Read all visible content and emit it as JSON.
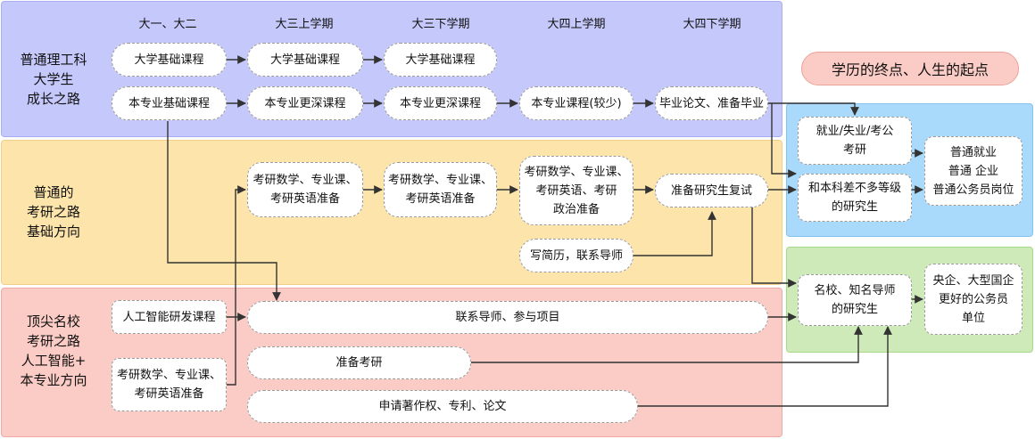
{
  "rows": {
    "ordinary_stem": "普通理工科\n大学生\n成长之路",
    "ordinary_exam": "普通的\n考研之路\n基础方向",
    "top_school": "顶尖名校\n考研之路\n人工智能+\n本专业方向"
  },
  "columns": [
    "大一、大二",
    "大三上学期",
    "大三下学期",
    "大四上学期",
    "大四下学期"
  ],
  "banner": "学历的终点、人生的起点",
  "nodes": {
    "basic_course_1": "大学基础课程",
    "basic_course_2": "大学基础课程",
    "basic_course_3": "大学基础课程",
    "major_basic": "本专业基础课程",
    "major_deep_1": "本专业更深课程",
    "major_deep_2": "本专业更深课程",
    "major_less": "本专业课程(较少)",
    "graduation": "毕业论文、准备毕业",
    "exam_prep_1": "考研数学、专业课、\n考研英语准备",
    "exam_prep_2": "考研数学、专业课、\n考研英语准备",
    "exam_prep_3": "考研数学、专业课、\n考研英语、考研\n政治准备",
    "retest": "准备研究生复试",
    "resume": "写简历，联系导师",
    "ai_course": "人工智能研发课程",
    "top_exam_prep": "考研数学、专业课、\n考研英语准备",
    "contact_mentor": "联系导师、参与项目",
    "prepare_exam": "准备考研",
    "apply_ip": "申请著作权、专利、论文",
    "employment": "就业/失业/考公\n考研",
    "same_level_grad": "和本科差不多等级\n的研究生",
    "ordinary_jobs": "普通就业\n普通 企业\n普通公务员岗位",
    "famous_grad": "名校、知名导师\n的研究生",
    "top_jobs": "央企、大型国企\n更好的公务员\n单位"
  }
}
